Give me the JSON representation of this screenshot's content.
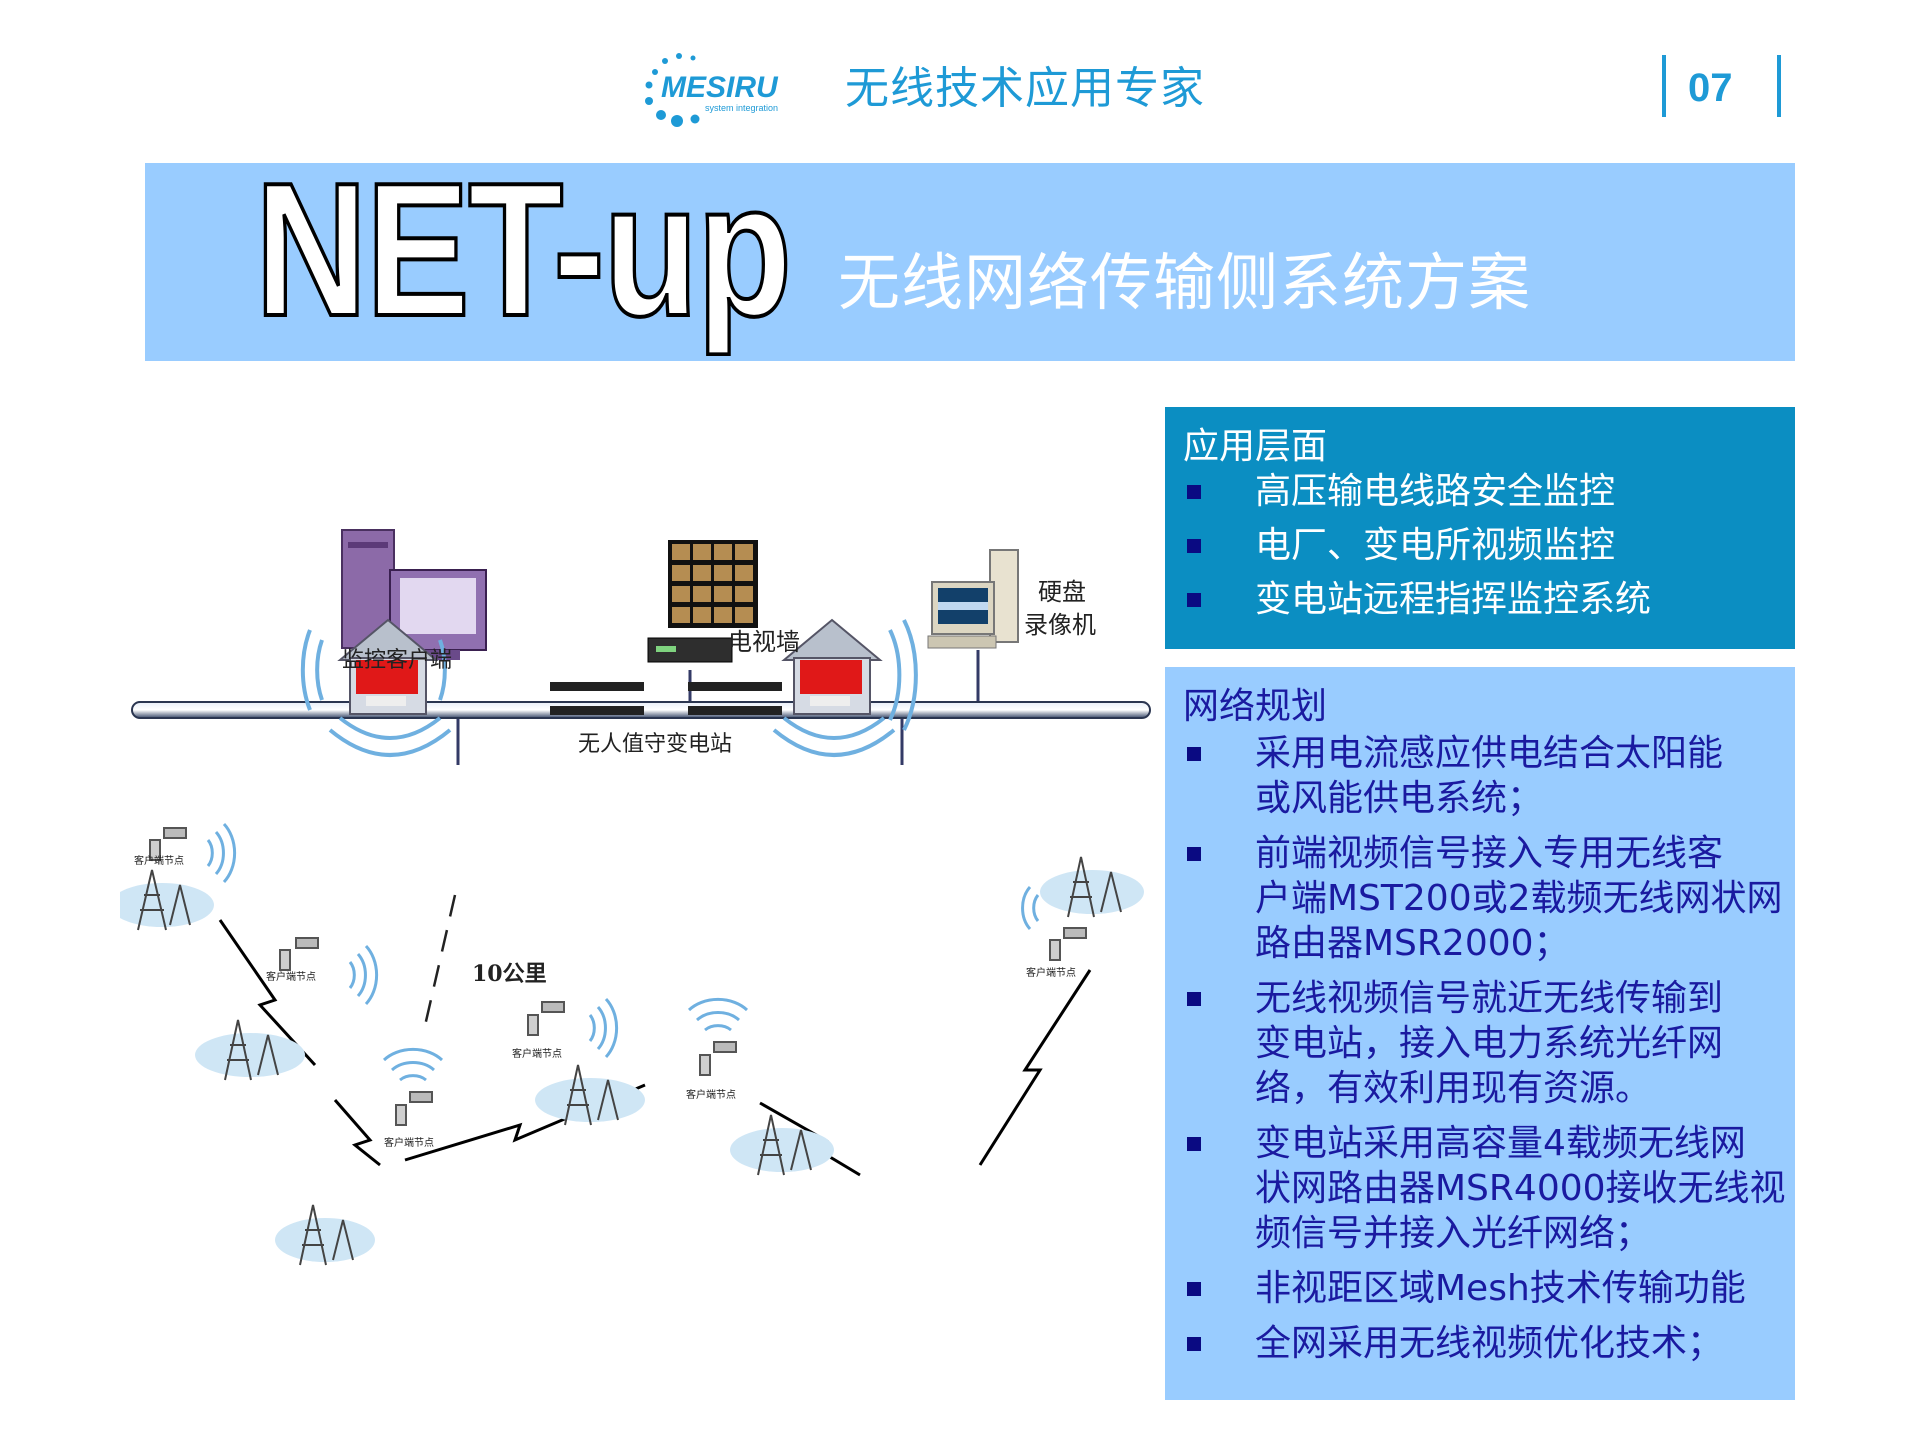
{
  "header": {
    "logo_text": "MESIRU",
    "logo_subtext": "system integration",
    "tagline": "无线技术应用专家",
    "page_number": "07"
  },
  "banner": {
    "brand": "NET-up",
    "subtitle": "无线网络传输侧系统方案"
  },
  "application_panel": {
    "title": "应用层面",
    "items": [
      "高压输电线路安全监控",
      "电厂、变电所视频监控",
      "变电站远程指挥监控系统"
    ]
  },
  "network_panel": {
    "title": "网络规划",
    "items": [
      "采用电流感应供电结合太阳能\n或风能供电系统；",
      "前端视频信号接入专用无线客\n户端MST200或2载频无线网状网\n路由器MSR2000；",
      "无线视频信号就近无线传输到\n变电站，接入电力系统光纤网\n络，有效利用现有资源。",
      "变电站采用高容量4载频无线网\n状网路由器MSR4000接收无线视\n频信号并接入光纤网络；",
      "非视距区域Mesh技术传输功能",
      "全网采用无线视频优化技术；"
    ]
  },
  "diagram": {
    "monitor_client": "监控客户端",
    "video_wall": "电视墙",
    "dvr_line1": "硬盘",
    "dvr_line2": "录像机",
    "substation": "无人值守变电站",
    "distance": "10公里",
    "client_node": "客户端节点"
  },
  "colors": {
    "accent": "#1e9ad6",
    "banner": "#99ccff",
    "panel_dark": "#0b8ec2",
    "panel_light": "#99ccff",
    "text_dark_blue": "#1a1aa0"
  }
}
